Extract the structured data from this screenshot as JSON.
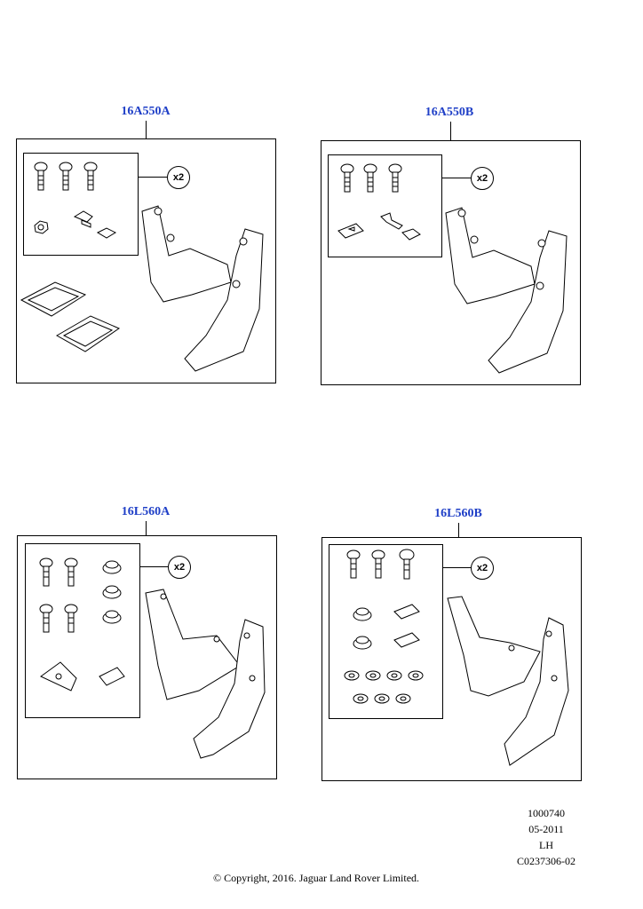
{
  "panels": [
    {
      "part_number": "16A550A",
      "quantity_label": "x2"
    },
    {
      "part_number": "16A550B",
      "quantity_label": "x2"
    },
    {
      "part_number": "16L560A",
      "quantity_label": "x2"
    },
    {
      "part_number": "16L560B",
      "quantity_label": "x2"
    }
  ],
  "reference": {
    "code": "1000740",
    "date": "05-2011",
    "side": "LH",
    "illustration_id": "C0237306-02"
  },
  "copyright": "© Copyright, 2016. Jaguar Land Rover Limited."
}
